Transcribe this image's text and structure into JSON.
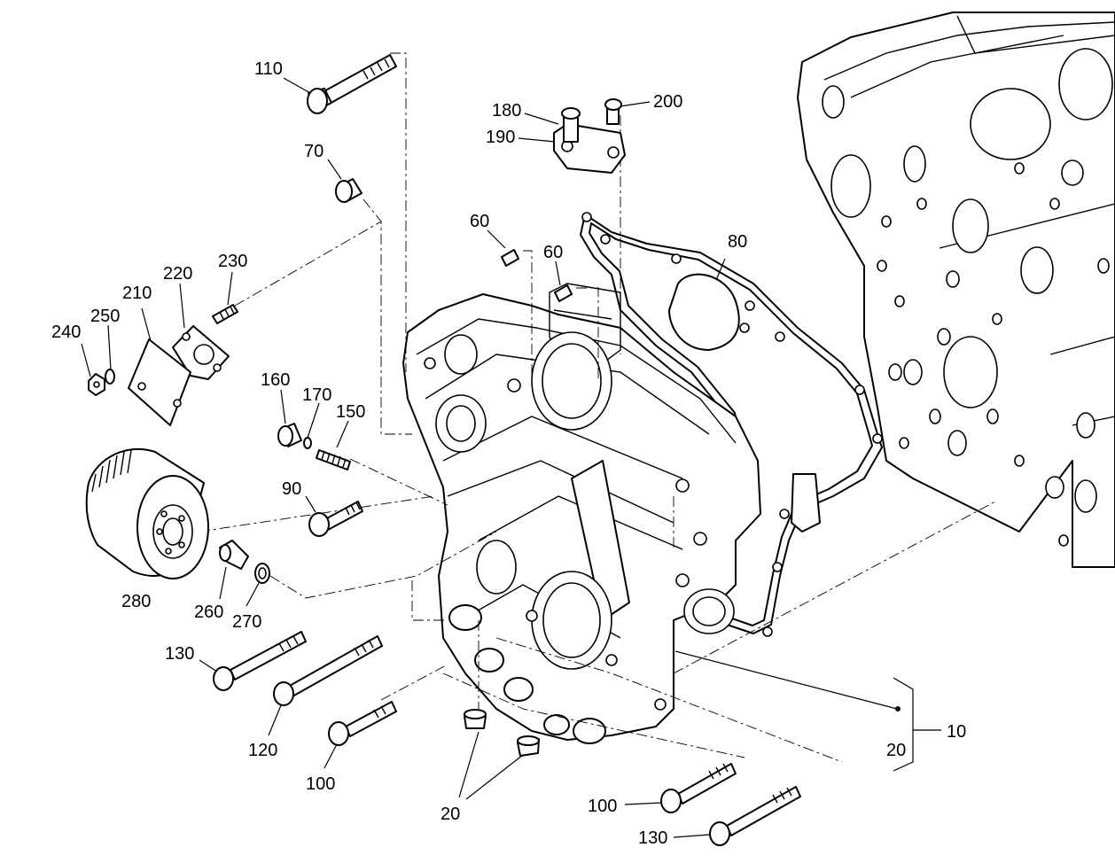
{
  "callouts": {
    "c110": "110",
    "c70": "70",
    "c180": "180",
    "c190": "190",
    "c200": "200",
    "c60a": "60",
    "c60b": "60",
    "c80": "80",
    "c230": "230",
    "c220": "220",
    "c210": "210",
    "c250": "250",
    "c240": "240",
    "c160": "160",
    "c170": "170",
    "c150": "150",
    "c90": "90",
    "c280": "280",
    "c260": "260",
    "c270": "270",
    "c130a": "130",
    "c120": "120",
    "c100a": "100",
    "c20a": "20",
    "c100b": "100",
    "c130b": "130",
    "c10": "10",
    "c20b": "20"
  }
}
